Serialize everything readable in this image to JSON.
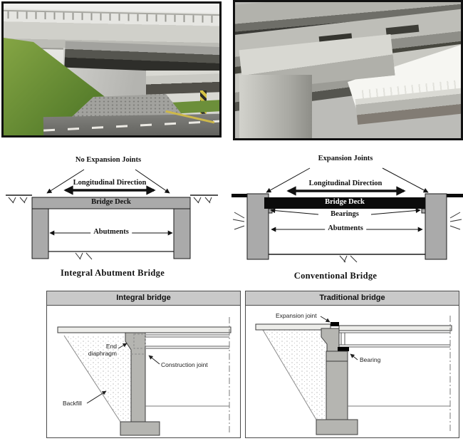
{
  "diagrams": {
    "integral": {
      "label_no_expansion_joints": "No Expansion Joints",
      "label_longitudinal_direction": "Longitudinal Direction",
      "label_bridge_deck": "Bridge Deck",
      "label_abutments": "Abutments",
      "caption": "Integral Abutment Bridge"
    },
    "conventional": {
      "label_expansion_joints": "Expansion Joints",
      "label_longitudinal_direction": "Longitudinal Direction",
      "label_bridge_deck": "Bridge Deck",
      "label_bearings": "Bearings",
      "label_abutments": "Abutments",
      "caption": "Conventional Bridge"
    }
  },
  "comparison": {
    "integral": {
      "header": "Integral bridge",
      "label_end_diaphragm": [
        "End",
        "diaphragm"
      ],
      "label_construction_joint": "Construction joint",
      "label_backfill": "Backfill"
    },
    "traditional": {
      "header": "Traditional bridge",
      "label_expansion_joint": "Expansion joint",
      "label_bearing": "Bearing"
    }
  },
  "colors": {
    "diagram_gray": "#aaaaaa",
    "conventional_deck_black": "#0b0b0b",
    "panel_header_gray": "#c9c9c9",
    "drawing_gray": "#b5b5b1",
    "photo_border_black": "#111111"
  }
}
